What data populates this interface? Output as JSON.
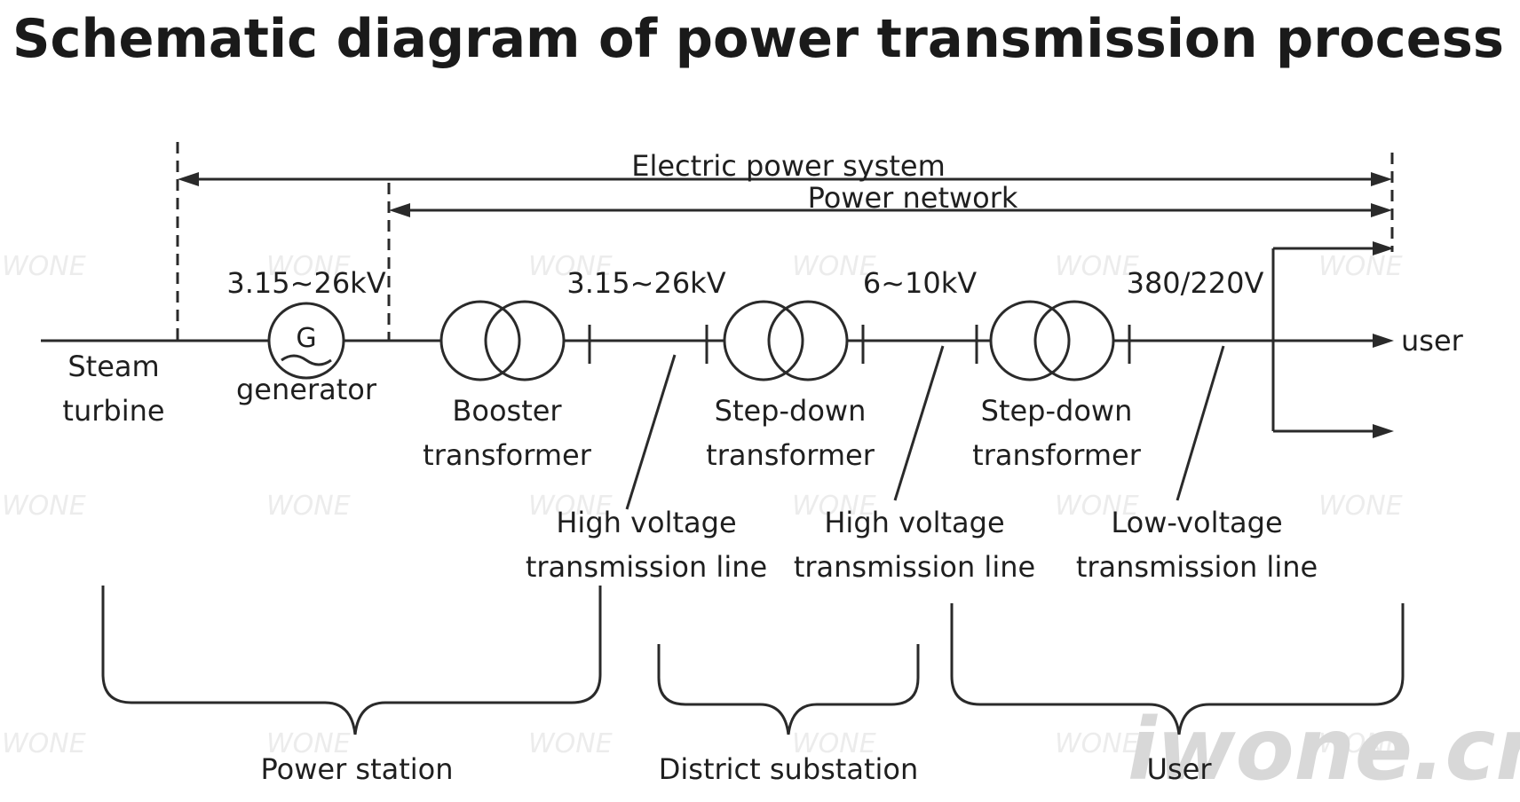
{
  "title": "Schematic diagram of power transmission process",
  "spans": {
    "electric_power_system": "Electric power system",
    "power_network": "Power network"
  },
  "components": {
    "steam_turbine": [
      "Steam",
      "turbine"
    ],
    "generator_symbol": "G",
    "generator": "generator",
    "booster_transformer": [
      "Booster",
      "transformer"
    ],
    "stepdown_transformer_1": [
      "Step-down",
      "transformer"
    ],
    "stepdown_transformer_2": [
      "Step-down",
      "transformer"
    ],
    "user": "user"
  },
  "voltages": {
    "generator_output": "3.15~26kV",
    "hv_line_1": "3.15~26kV",
    "hv_line_2": "6~10kV",
    "lv_line": "380/220V"
  },
  "lines": {
    "hv_line_1": [
      "High voltage",
      "transmission line"
    ],
    "hv_line_2": [
      "High voltage",
      "transmission line"
    ],
    "lv_line": [
      "Low-voltage",
      "transmission line"
    ]
  },
  "groups": {
    "power_station": "Power station",
    "district_substation": "District substation",
    "user": "User"
  },
  "watermark": {
    "text": "WONE",
    "logo": "iwone.cn"
  },
  "colors": {
    "line": "#2a2a2a",
    "text": "#1f1f1f",
    "watermark": "#ececec"
  }
}
